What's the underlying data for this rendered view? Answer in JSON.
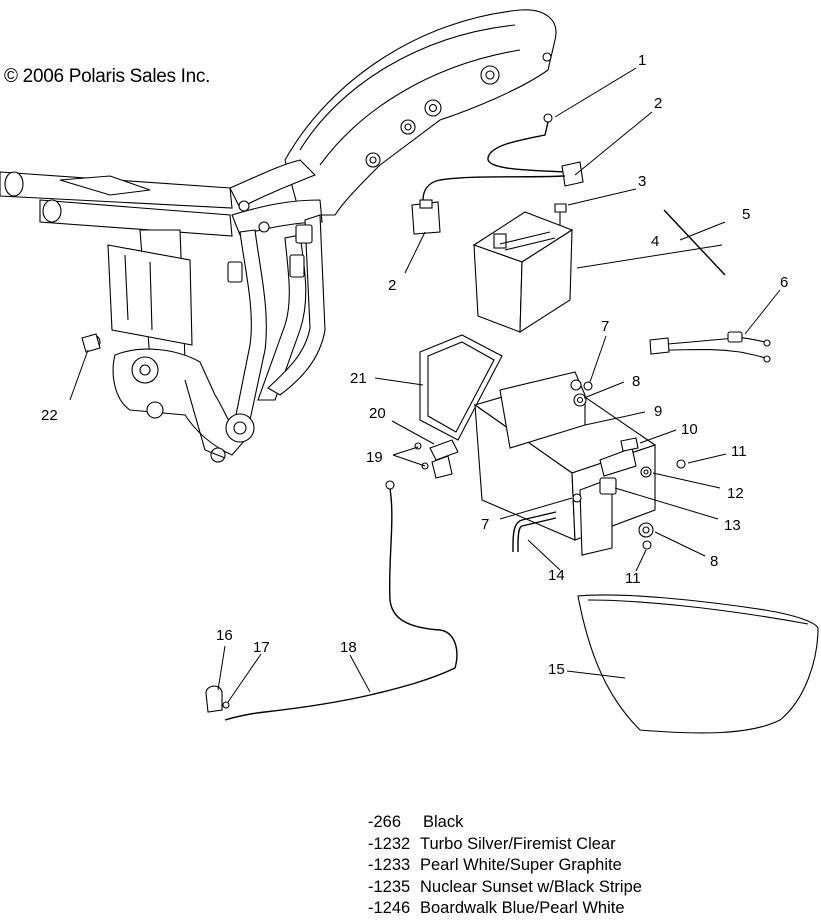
{
  "copyright": "© 2006 Polaris Sales Inc.",
  "callouts": [
    "1",
    "2",
    "2",
    "3",
    "4",
    "5",
    "6",
    "7",
    "7",
    "8",
    "8",
    "9",
    "10",
    "11",
    "11",
    "12",
    "13",
    "14",
    "15",
    "16",
    "17",
    "18",
    "19",
    "20",
    "21",
    "22"
  ],
  "color_codes": [
    {
      "code": "-266",
      "name": "Black"
    },
    {
      "code": "-1232",
      "name": "Turbo Silver/Firemist Clear"
    },
    {
      "code": "-1233",
      "name": "Pearl White/Super Graphite"
    },
    {
      "code": "-1235",
      "name": "Nuclear Sunset w/Black Stripe"
    },
    {
      "code": "-1246",
      "name": "Boardwalk Blue/Pearl White"
    }
  ]
}
